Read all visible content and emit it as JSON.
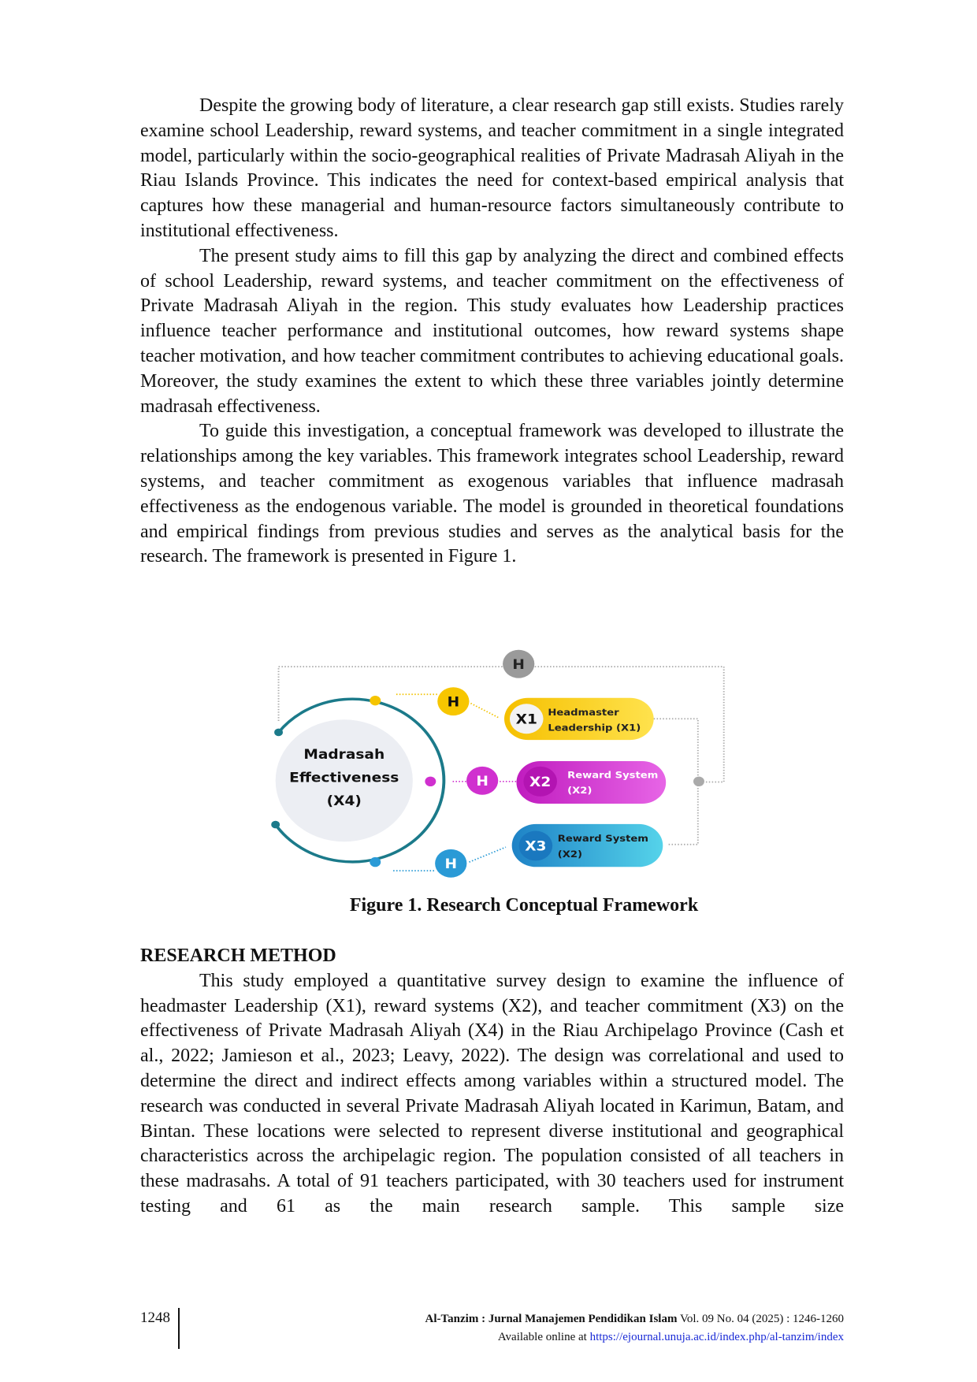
{
  "intro": {
    "paragraphs": [
      "Despite the growing body of literature, a clear research gap still exists. Studies rarely examine school Leadership, reward systems, and teacher commitment in a single integrated model, particularly within the socio-geographical realities of Private Madrasah Aliyah in the Riau Islands Province. This indicates the need for context-based empirical analysis that captures how these managerial and human-resource factors simultaneously contribute to institutional effectiveness.",
      "The present study aims to fill this gap by analyzing the direct and combined effects of school Leadership, reward systems, and teacher commitment on the effectiveness of Private Madrasah Aliyah in the region. This study evaluates how Leadership practices influence teacher performance and institutional outcomes, how reward systems shape teacher motivation, and how teacher commitment contributes to achieving educational goals. Moreover, the study examines the extent to which these three variables jointly determine madrasah effectiveness.",
      "To guide this investigation, a conceptual framework was developed to illustrate the relationships among the key variables. This framework integrates school Leadership, reward systems, and teacher commitment as exogenous variables that influence madrasah effectiveness as the endogenous variable. The model is grounded in theoretical foundations and empirical findings from previous studies and serves as the analytical basis for the research. The framework is presented in Figure 1."
    ]
  },
  "figure": {
    "center_lines": [
      "Madrasah",
      "Effectiveness",
      "(X4)"
    ],
    "hypothesis_label": "H",
    "nodes": [
      {
        "code": "X1",
        "line1": "Headmaster",
        "line2": "Leadership (X1)",
        "color": "#f7c600"
      },
      {
        "code": "X2",
        "line1": "Reward System",
        "line2": "(X2)",
        "color": "#d030cf"
      },
      {
        "code": "X3",
        "line1": "Reward System",
        "line2": "(X2)",
        "color": "#2a9ad6"
      }
    ],
    "ring_color": "#1b7a8a",
    "caption": "Figure 1. Research Conceptual Framework"
  },
  "method": {
    "heading": "RESEARCH METHOD",
    "paragraph": "This study employed a quantitative survey design to examine the influence of headmaster Leadership (X1), reward systems (X2), and teacher commitment (X3) on the effectiveness of Private Madrasah Aliyah (X4) in the Riau Archipelago Province (Cash et al., 2022; Jamieson et al., 2023; Leavy, 2022). The design was correlational and used to determine the direct and indirect effects among variables within a structured model. The research was conducted in several Private Madrasah Aliyah located in Karimun, Batam, and Bintan. These locations were selected to represent diverse institutional and geographical characteristics across the archipelagic region. The population consisted of all teachers in these madrasahs. A total of 91 teachers participated, with 30 teachers used for instrument testing and 61 as the main research sample. This sample size"
  },
  "footer": {
    "page_number": "1248",
    "journal": "Al-Tanzim : Jurnal Manajemen Pendidikan Islam",
    "volume": "Vol. 09 No. 04 (2025) : 1246-1260",
    "available": "Available online at",
    "url": "https://ejournal.unuja.ac.id/index.php/al-tanzim/index"
  }
}
